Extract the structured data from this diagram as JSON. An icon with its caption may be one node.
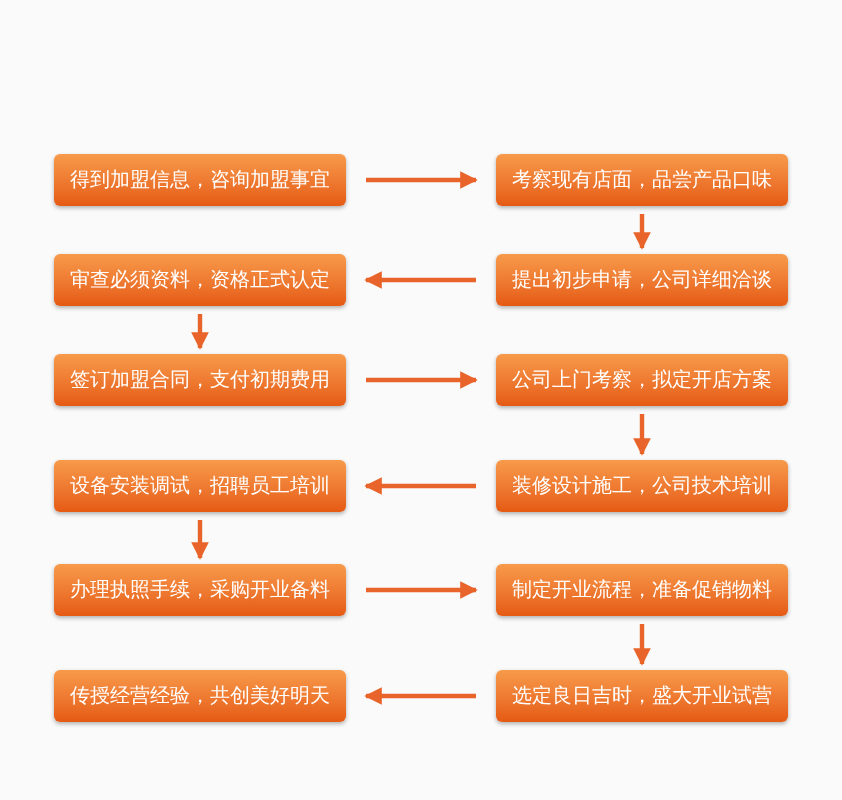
{
  "diagram": {
    "nodes": [
      {
        "text": [
          "得到加盟信息，咨询加盟事宜"
        ]
      },
      {
        "text": [
          "考察现有店面，品尝产品口味"
        ]
      },
      {
        "text": [
          "审查必须资料，资格正式认定"
        ]
      },
      {
        "text": [
          "提出初步申请，公司详细洽谈"
        ]
      },
      {
        "text": [
          "签订加盟合同，支付初期费用"
        ]
      },
      {
        "text": [
          "公司上门考察，拟定开店方案"
        ]
      },
      {
        "text": [
          "设备安装调试，招聘员工培训"
        ]
      },
      {
        "text": [
          "装修设计施工，公司技术培训"
        ]
      },
      {
        "text": [
          "办理执照手续，采购开业备料"
        ]
      },
      {
        "text": [
          "制定开业流程，准备促销物料"
        ]
      },
      {
        "text": [
          "传授经营经验，共创美好明天"
        ]
      },
      {
        "text": [
          "选定良日吉时，盛大开业试营"
        ]
      }
    ],
    "edges": [
      {
        "from": 0,
        "to": 1,
        "arrow": "to"
      },
      {
        "from": 1,
        "to": 3,
        "arrow": "to"
      },
      {
        "from": 3,
        "to": 2,
        "arrow": "to"
      },
      {
        "from": 2,
        "to": 4,
        "arrow": "to"
      },
      {
        "from": 4,
        "to": 5,
        "arrow": "to"
      },
      {
        "from": 5,
        "to": 7,
        "arrow": "to"
      },
      {
        "from": 7,
        "to": 6,
        "arrow": "to"
      },
      {
        "from": 6,
        "to": 8,
        "arrow": "to"
      },
      {
        "from": 8,
        "to": 9,
        "arrow": "to"
      },
      {
        "from": 9,
        "to": 11,
        "arrow": "to"
      },
      {
        "from": 11,
        "to": 10,
        "arrow": "to"
      }
    ]
  }
}
